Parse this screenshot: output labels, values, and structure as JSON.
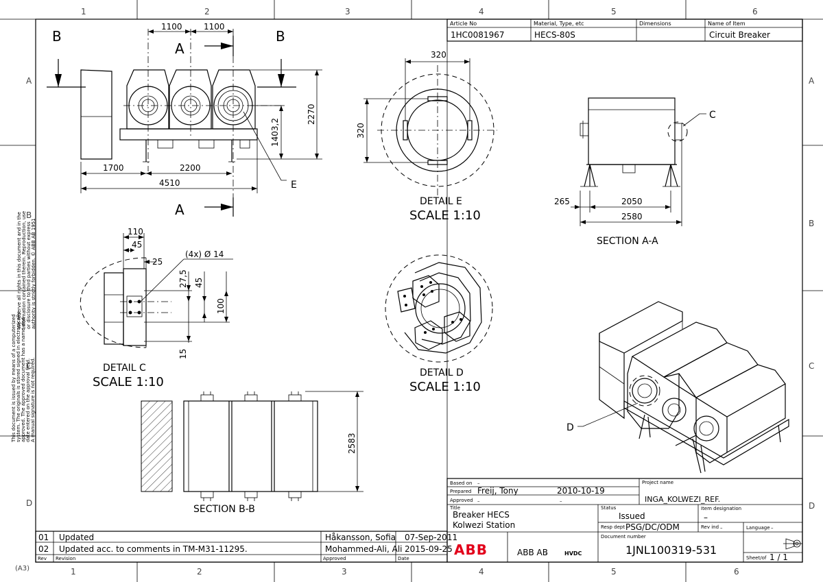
{
  "grid": {
    "columns": [
      "1",
      "2",
      "3",
      "4",
      "5",
      "6"
    ],
    "rows": [
      "A",
      "B",
      "C",
      "D"
    ]
  },
  "article": {
    "headers": [
      "Article No",
      "Material, Type, etc",
      "Dimensions",
      "Name of Item"
    ],
    "values": [
      "1HC0081967",
      "HECS-80S",
      "",
      "Circuit Breaker"
    ]
  },
  "front_view": {
    "section_left": "B",
    "section_right": "B",
    "section_top": "A",
    "section_bottom": "A",
    "dim_top_1": "1100",
    "dim_top_2": "1100",
    "dim_height": "2270",
    "dim_center": "1403,2",
    "dim_1700": "1700",
    "dim_2200": "2200",
    "dim_4510": "4510",
    "callout_e": "E"
  },
  "detail_e": {
    "dim_w": "320",
    "dim_h": "320",
    "title": "DETAIL E",
    "scale": "SCALE 1:10"
  },
  "section_aa": {
    "callout_c": "C",
    "dim_265": "265",
    "dim_2050": "2050",
    "dim_2580": "2580",
    "title": "SECTION A-A"
  },
  "detail_c": {
    "dim_110": "110",
    "dim_45a": "45",
    "dim_25": "25",
    "hole_note": "(4x)  Ø 14",
    "dim_27_5": "27,5",
    "dim_45b": "45",
    "dim_100": "100",
    "dim_15": "15",
    "title": "DETAIL C",
    "scale": "SCALE 1:10"
  },
  "detail_d": {
    "title": "DETAIL D",
    "scale": "SCALE 1:10"
  },
  "section_bb": {
    "dim_2583": "2583",
    "title": "SECTION B-B"
  },
  "iso": {
    "callout_d": "D"
  },
  "side_note": {
    "line1": "We reserve all rights in this document and in the",
    "line2": "information contained therein. Reproduction, use",
    "line3": "or disclosure to third parties without express",
    "line4": "authority is strictly forbidden.  © ABB AB 1951",
    "line5": "This document is issued by means of a computerized",
    "line6": "system. The originals is stored signed in electronically",
    "line7": "approved. The approved document has a name and",
    "line8": "date entered on the approval field.",
    "line9": "A manual signature is not required."
  },
  "title_block": {
    "based_on_label": "Based on",
    "based_on": "–",
    "prepared_label": "Prepared",
    "prepared_by": "Freij, Tony",
    "prepared_date": "2010-10-19",
    "approved_label": "Approved",
    "approved_by": "–",
    "approved_date": "–",
    "project_label": "Project name",
    "project": "INGA_KOLWEZI_REF.",
    "title_label": "Title",
    "title1": "Breaker HECS",
    "title2": "Kolwezi Station",
    "status_label": "Status",
    "status": "Issued",
    "item_label": "Item designation",
    "item": "–",
    "resp_label": "Resp dept",
    "resp": "PSG/DC/ODM",
    "rev_ind_label": "Rev ind",
    "rev_ind": "–",
    "lang_label": "Language",
    "lang": "–",
    "doc_label": "Document number",
    "doc_no": "1JNL100319-531",
    "company": "ABB AB",
    "division": "HVDC",
    "logo": "ABB",
    "sheet_label": "Sheet/of",
    "sheet": "1  /  1"
  },
  "revisions": {
    "rows": [
      {
        "rev": "01",
        "desc": "Updated",
        "by": "Håkansson, Sofia",
        "date": "07-Sep-2011"
      },
      {
        "rev": "02",
        "desc": "Updated acc. to comments in TM-M31-11295.",
        "by": "Mohammed-Ali, Ali",
        "date": "2015-09-25"
      }
    ],
    "header_rev": "Rev",
    "header_desc": "Revision",
    "header_by": "Approved",
    "header_date": "Date"
  },
  "paper_size": "(A3)"
}
